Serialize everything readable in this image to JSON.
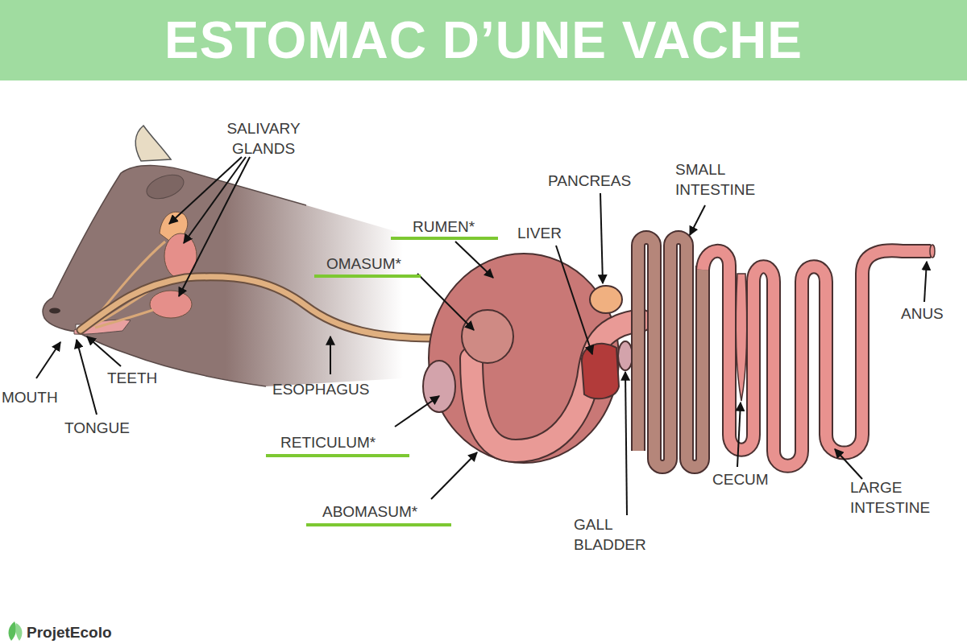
{
  "diagram": {
    "title": "ESTOMAC D’UNE VACHE",
    "labels": [
      "SALIVARY GLANDS",
      "PANCREAS",
      "SMALL INTESTINE",
      "RUMEN*",
      "LIVER",
      "OMASUM*",
      "ANUS",
      "MOUTH",
      "TEETH",
      "TONGUE",
      "ESOPHAGUS",
      "RETICULUM*",
      "ABOMASUM*",
      "GALL BLADDER",
      "CECUM",
      "LARGE INTESTINE",
      "ProjetEcolo"
    ]
  }
}
